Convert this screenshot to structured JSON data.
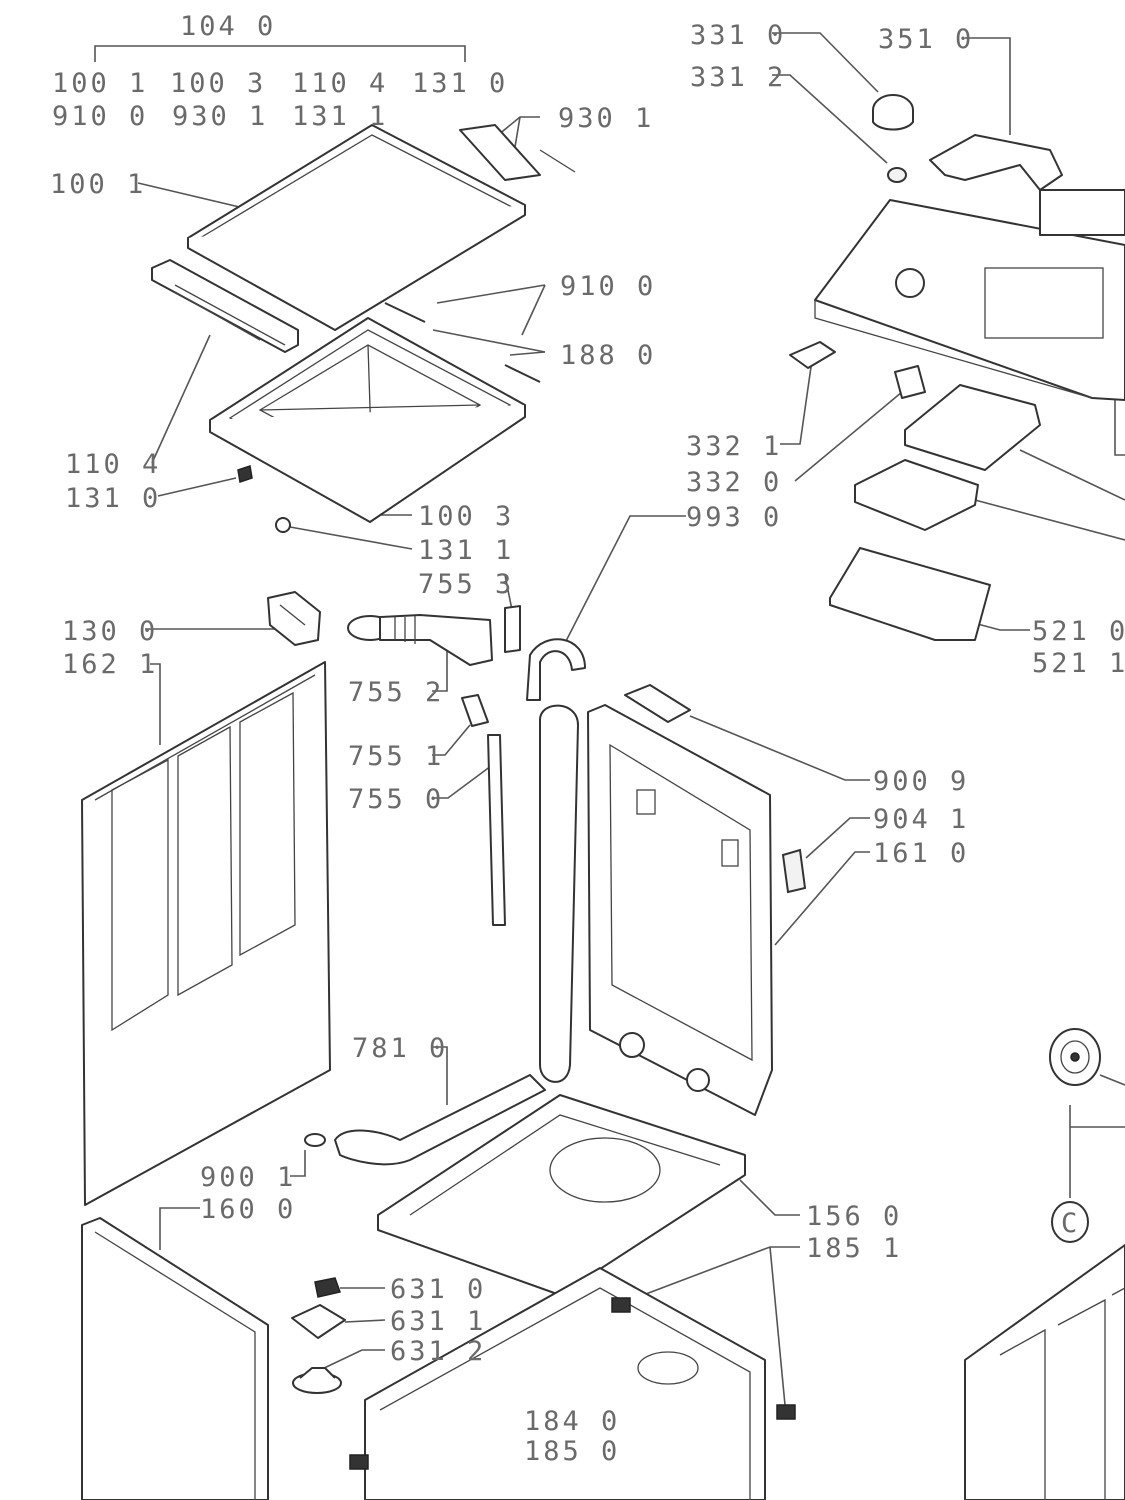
{
  "labels": {
    "l1040": "104 0",
    "l1001a": "100 1",
    "l1003a": "100 3",
    "l1104a": "110 4",
    "l1310a": "131 0",
    "l9100a": "910 0",
    "l9301a": "930 1",
    "l1311a": "131 1",
    "l9301b": "930 1",
    "l1001b": "100 1",
    "l9100b": "910 0",
    "l1880": "188 0",
    "l1104b": "110 4",
    "l1310b": "131 0",
    "l1003b": "100 3",
    "l1311b": "131 1",
    "l7553": "755 3",
    "l1300": "130 0",
    "l1621": "162 1",
    "l7552": "755 2",
    "l7551": "755 1",
    "l7550": "755 0",
    "l3310": "331 0",
    "l3312": "331 2",
    "l3510": "351 0",
    "l3321": "332 1",
    "l3320": "332 0",
    "l9930": "993 0",
    "l5210": "521 0",
    "l5211": "521 1",
    "l9009": "900 9",
    "l9041": "904 1",
    "l1610": "161 0",
    "l7810": "781 0",
    "l9001": "900 1",
    "l1600": "160 0",
    "l1560": "156 0",
    "l1851a": "185 1",
    "l6310": "631 0",
    "l6311": "631 1",
    "l6312": "631 2",
    "l1840": "184 0",
    "l1850": "185 0",
    "lC": "C"
  }
}
